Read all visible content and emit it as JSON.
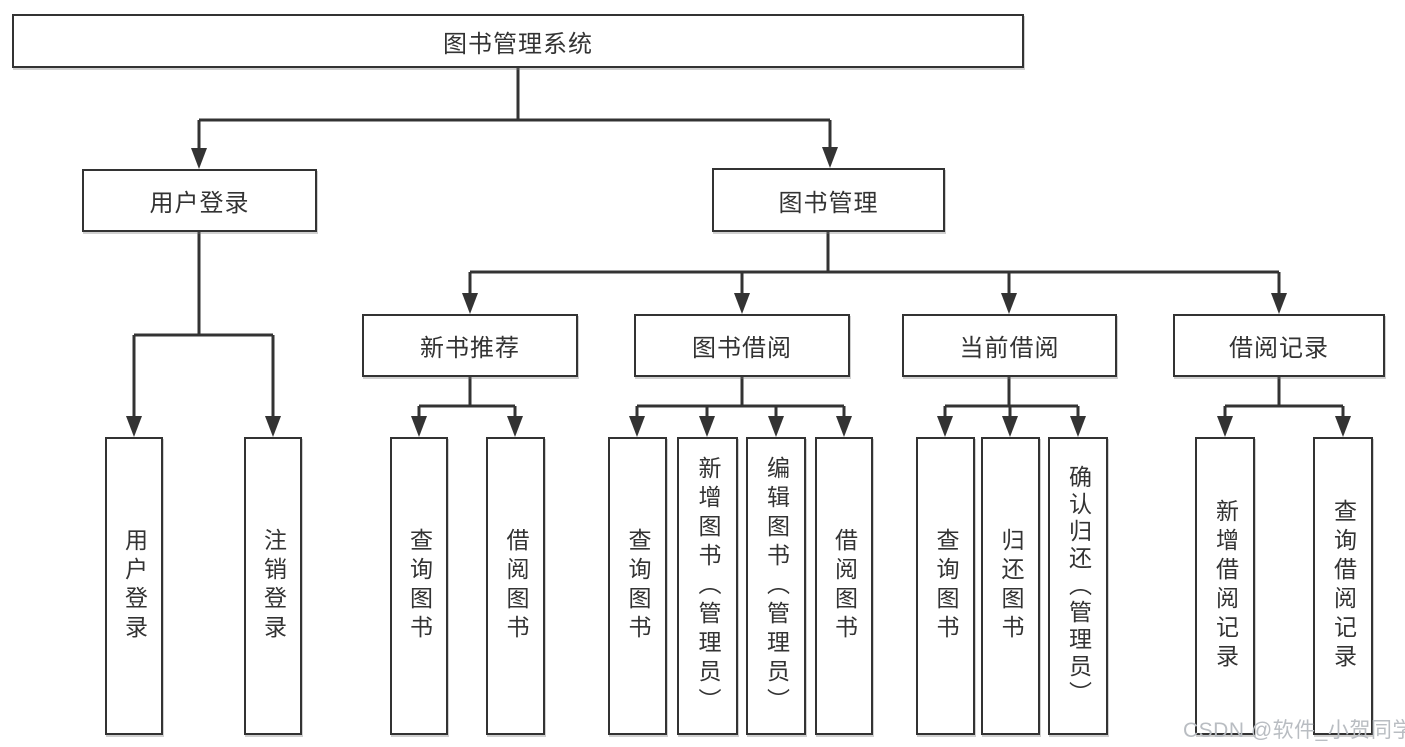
{
  "diagram": {
    "title": "图书管理系统",
    "nodes": {
      "root": "图书管理系统",
      "user_login": "用户登录",
      "book_management": "图书管理",
      "new_book_recommend": "新书推荐",
      "book_borrowing": "图书借阅",
      "current_borrowing": "当前借阅",
      "borrowing_records": "借阅记录",
      "leaf_user_login": "用户登录",
      "leaf_logout": "注销登录",
      "leaf_query_books_1": "查询图书",
      "leaf_borrow_books_1": "借阅图书",
      "leaf_query_books_2": "查询图书",
      "leaf_add_books_admin": "新增图书（管理员）",
      "leaf_edit_books_admin": "编辑图书（管理员）",
      "leaf_borrow_books_2": "借阅图书",
      "leaf_query_books_3": "查询图书",
      "leaf_return_books": "归还图书",
      "leaf_confirm_return_admin": "确认归还（管理员）",
      "leaf_add_borrow_record": "新增借阅记录",
      "leaf_query_borrow_record": "查询借阅记录"
    }
  },
  "watermark": {
    "text": "CSDN @软件_小贺同学"
  },
  "colors": {
    "line": "#333333",
    "box_border": "#333333",
    "text": "#333333",
    "watermark": "#b9bdc2",
    "background": "#ffffff"
  }
}
